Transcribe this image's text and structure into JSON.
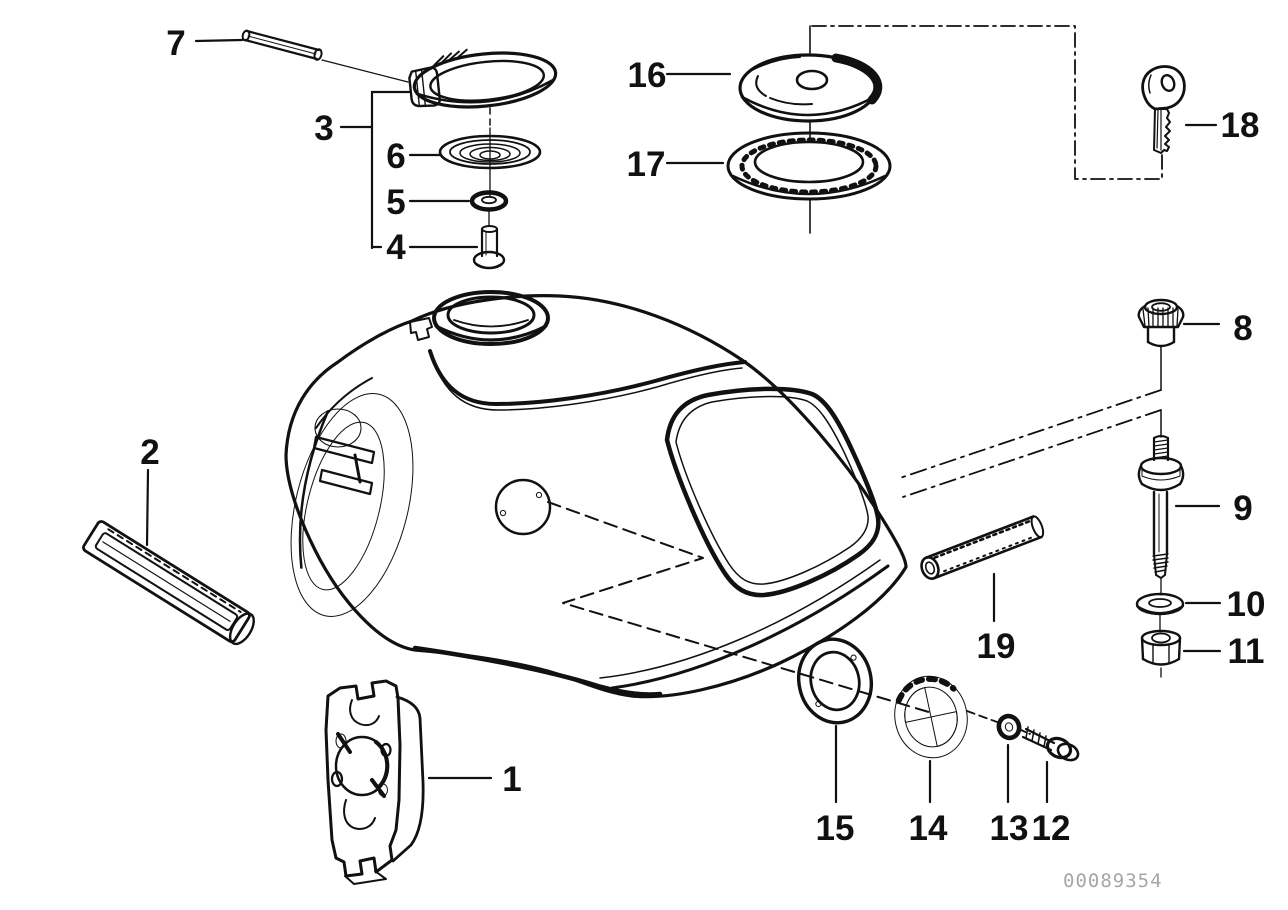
{
  "diagram": {
    "watermark": "00089354",
    "colors": {
      "background": "#ffffff",
      "line": "#111111",
      "label": "#111111",
      "watermark": "#a6a6a6"
    }
  },
  "callouts": [
    "1",
    "2",
    "3",
    "4",
    "5",
    "6",
    "7",
    "8",
    "9",
    "10",
    "11",
    "12",
    "13",
    "14",
    "15",
    "16",
    "17",
    "18",
    "19"
  ]
}
